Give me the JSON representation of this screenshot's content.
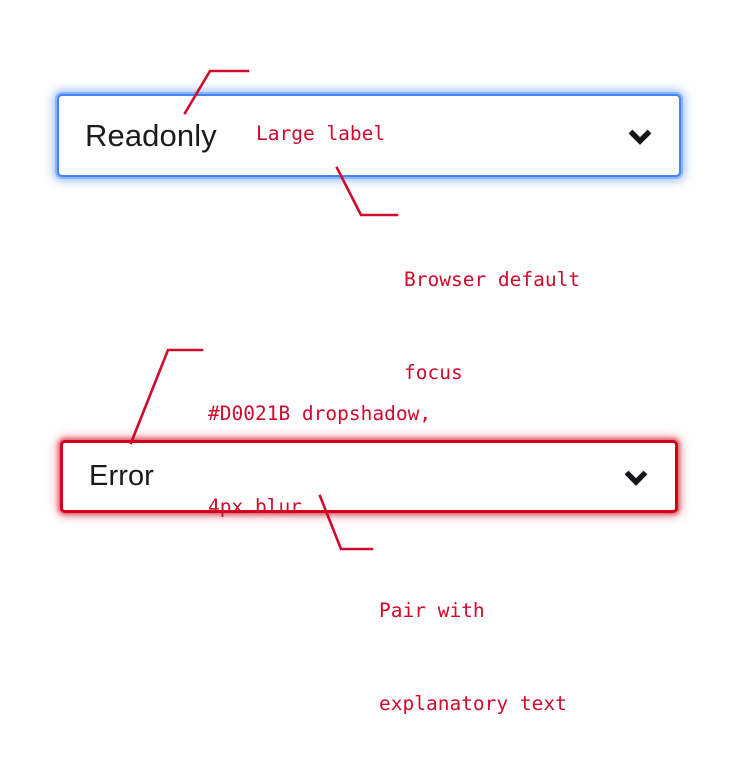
{
  "page": {
    "background": "#ffffff",
    "annotation_color": "#cf0a2c",
    "focus_color": "#4285f4",
    "error_color": "#d0021b"
  },
  "fields": [
    {
      "id": "readonly-select",
      "state": "focus",
      "value": "Readonly",
      "icon": "chevron-down-icon"
    },
    {
      "id": "error-select",
      "state": "error",
      "value": "Error",
      "icon": "chevron-down-icon"
    }
  ],
  "annotations": [
    {
      "id": "large-label",
      "line1": "Large label",
      "line2": ""
    },
    {
      "id": "browser-focus",
      "line1": "Browser default",
      "line2": "focus"
    },
    {
      "id": "dropshadow",
      "line1": "#D0021B dropshadow,",
      "line2": "4px blur"
    },
    {
      "id": "pair-text",
      "line1": "Pair with",
      "line2": "explanatory text"
    }
  ]
}
